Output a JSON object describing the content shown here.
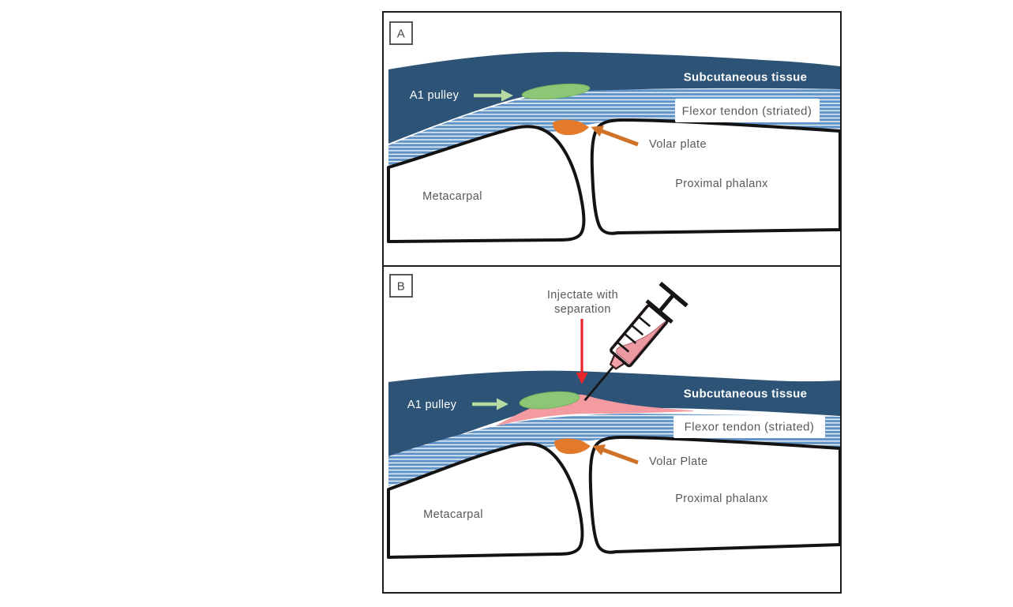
{
  "figure": {
    "panels": {
      "a": {
        "tag": "A",
        "subcutaneous": "Subcutaneous tissue",
        "a1_pulley": "A1 pulley",
        "flexor_tendon": "Flexor tendon (striated)",
        "volar_plate": "Volar plate",
        "metacarpal": "Metacarpal",
        "proximal_phalanx": "Proximal phalanx"
      },
      "b": {
        "tag": "B",
        "injectate_line1": "Injectate with",
        "injectate_line2": "separation",
        "subcutaneous": "Subcutaneous tissue",
        "a1_pulley": "A1 pulley",
        "flexor_tendon": "Flexor tendon (striated)",
        "volar_plate": "Volar Plate",
        "metacarpal": "Metacarpal",
        "proximal_phalanx": "Proximal phalanx"
      }
    },
    "colors": {
      "subcutaneous_blue": "#2d5377",
      "stripe_blue": "#6093c8",
      "pulley_green": "#8cc677",
      "arrow_green": "#b7d9a2",
      "volar_orange": "#e2792b",
      "arrow_orange": "#cf7127",
      "injectate_pink": "#f49ba1",
      "syringe_fluid_pink": "#ec99a1",
      "arrow_red": "#e8262a",
      "label_gray": "#57585a"
    }
  }
}
